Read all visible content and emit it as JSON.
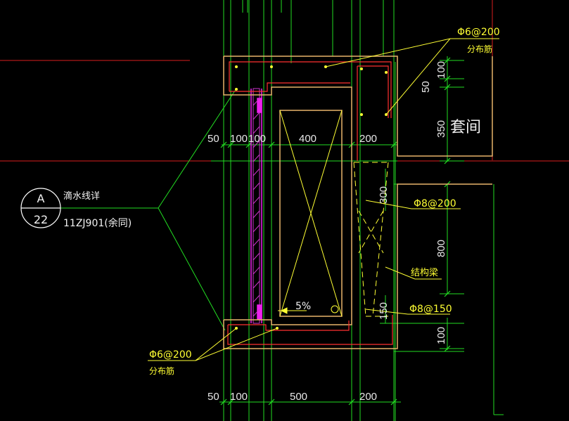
{
  "dims": {
    "top_50": "50",
    "top_100a": "100",
    "top_100b": "100",
    "top_400": "400",
    "top_200": "200",
    "bot_50": "50",
    "bot_100": "100",
    "bot_500": "500",
    "bot_200": "200",
    "right_100_top": "100",
    "right_50": "50",
    "right_350": "350",
    "mid_300": "300",
    "right_800": "800",
    "mid_150": "150",
    "right_100_bot": "100"
  },
  "labels": {
    "room": "套间",
    "slope": "5%",
    "structural_beam": "结构梁"
  },
  "callouts": {
    "top_rebar_spec": "Φ6@200",
    "top_rebar_note": "分布筋",
    "mid_rebar_spec": "Φ8@200",
    "low_rebar_spec": "Φ8@150",
    "bot_rebar_spec": "Φ6@200",
    "bot_rebar_note": "分布筋"
  },
  "detail_ref": {
    "top": "A",
    "bottom": "22",
    "title": "滴水线详",
    "standard": "11ZJ901(余同)"
  }
}
